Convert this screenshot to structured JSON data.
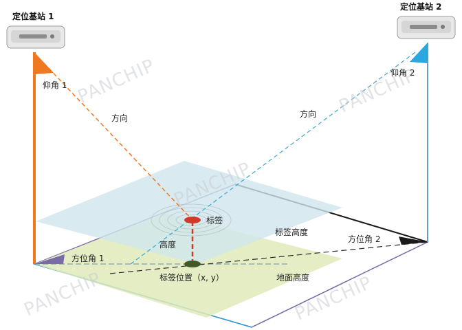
{
  "station1": {
    "label": "定位基站 1"
  },
  "station2": {
    "label": "定位基站 2"
  },
  "labels": {
    "elevation1": "仰角 1",
    "elevation2": "仰角 2",
    "direction1": "方向",
    "direction2": "方向",
    "tag": "标签",
    "tag_height": "标签高度",
    "height": "高度",
    "azimuth1": "方位角 1",
    "azimuth2": "方位角 2",
    "tag_position": "标签位置（x, y）",
    "ground_height": "地面高度"
  },
  "watermark": "PANCHIP",
  "colors": {
    "station1_flag": "#f07820",
    "station2_flag": "#29a8e0",
    "direction1_line": "#f07820",
    "direction2_line": "#3aa6d8",
    "tag_plane": "#cfe6ee",
    "ground_plane": "#dfeab8",
    "floor_edge": "#7a6aa8",
    "tag_dot": "#d03a2a",
    "ground_dot": "#3f5a26"
  }
}
